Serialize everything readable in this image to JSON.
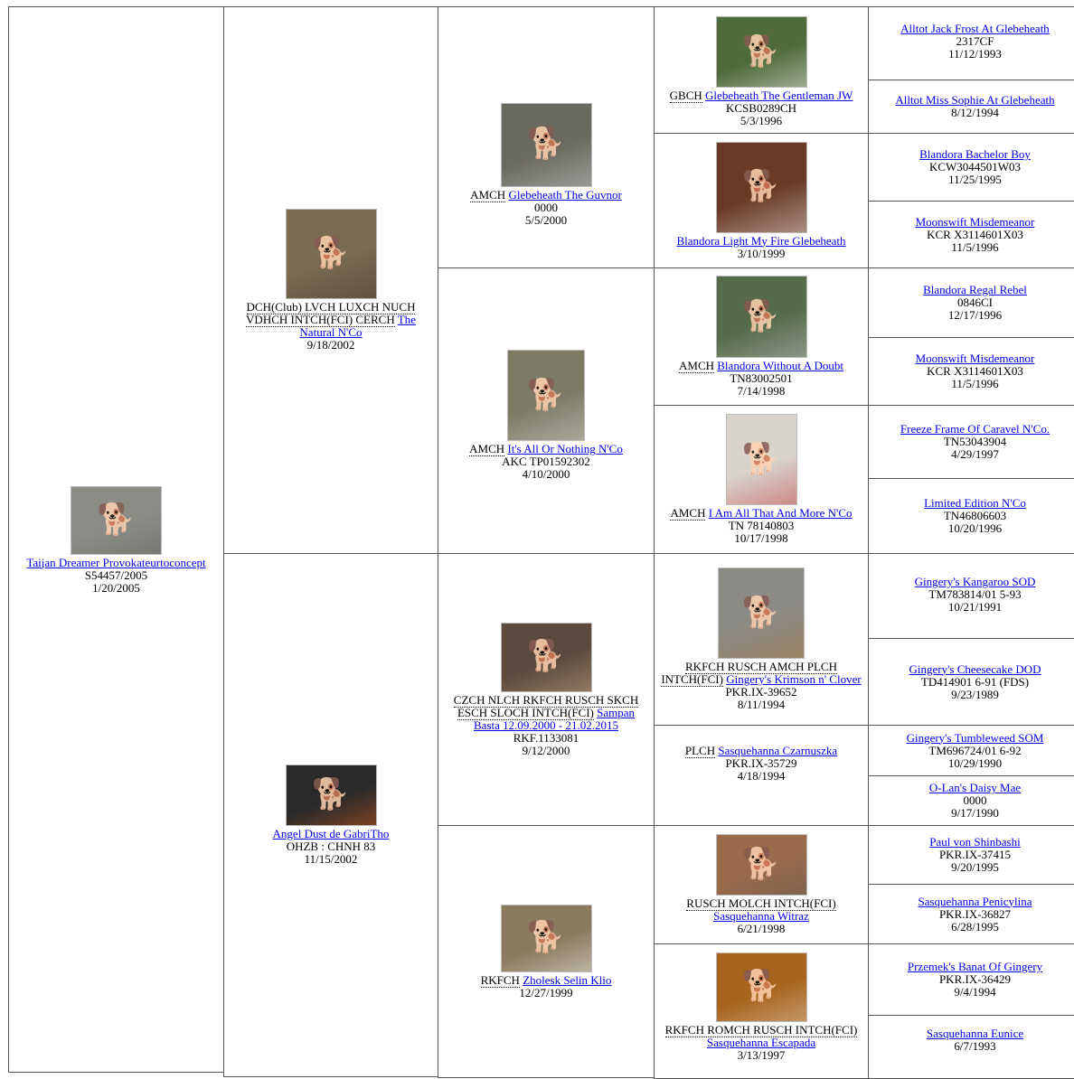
{
  "pedigree": {
    "subject": {
      "name": "Taijan Dreamer Provokateurtoconcept",
      "reg": "S54457/2005",
      "date": "1/20/2005",
      "photo": {
        "icon": "dog-photo-icon",
        "bg": "#8a8c86",
        "fg": "#5c5e59"
      }
    },
    "sire": {
      "title": "DCH(Club) LVCH LUXCH NUCH VDHCH INTCH(FCI) CERCH",
      "name": "The Natural N'Co",
      "date": "9/18/2002",
      "photo": {
        "icon": "dog-photo-icon",
        "bg": "#7a6a52",
        "fg": "#3c342a"
      }
    },
    "dam": {
      "name": "Angel Dust de GabriTho",
      "reg": "OHZB : CHNH 83",
      "date": "11/15/2002",
      "photo": {
        "icon": "dog-photo-icon",
        "bg": "#2a2a2a",
        "fg": "#e8611a"
      }
    },
    "gen3": [
      {
        "title": "AMCH",
        "name": "Glebeheath The Guvnor",
        "reg": "0000",
        "date": "5/5/2000",
        "photo": {
          "icon": "dog-photo-icon",
          "bg": "#6b6a60",
          "fg": "#d8d8dc"
        }
      },
      {
        "title": "AMCH",
        "name": "It's All Or Nothing N'Co",
        "reg": "AKC TP01592302",
        "date": "4/10/2000",
        "photo": {
          "icon": "dog-photo-icon",
          "bg": "#7d7b66",
          "fg": "#e6e4dd"
        }
      },
      {
        "title": "CZCH NLCH RKFCH RUSCH SKCH ESCH SLOCH INTCH(FCI)",
        "name": "Sampan Basta 12.09.2000 - 21.02.2015",
        "reg": "RKF.1133081",
        "date": "9/12/2000",
        "photo": {
          "icon": "dog-photo-icon",
          "bg": "#5c4a3e",
          "fg": "#d9b891"
        }
      },
      {
        "title": "RKFCH",
        "name": "Zholesk Selin Klio",
        "reg": "",
        "date": "12/27/1999",
        "photo": {
          "icon": "dog-photo-icon",
          "bg": "#8a7a5e",
          "fg": "#ffffff"
        }
      }
    ],
    "gen4": [
      {
        "title": "GBCH",
        "name": "Glebeheath The Gentleman JW",
        "reg": "KCSB0289CH",
        "date": "5/3/1996",
        "photo": {
          "icon": "dog-photo-icon",
          "bg": "#4f6b3c",
          "fg": "#ffffff"
        }
      },
      {
        "title": "",
        "name": "Blandora Light My Fire Glebeheath",
        "reg": "",
        "date": "3/10/1999",
        "photo": {
          "icon": "dog-photo-icon",
          "bg": "#6a3a26",
          "fg": "#ffffff"
        }
      },
      {
        "title": "AMCH",
        "name": "Blandora Without A Doubt",
        "reg": "TN83002501",
        "date": "7/14/1998",
        "photo": {
          "icon": "dog-photo-icon",
          "bg": "#556b4a",
          "fg": "#cfd2d6"
        }
      },
      {
        "title": "AMCH",
        "name": "I Am All That And More N'Co",
        "reg": "TN 78140803",
        "date": "10/17/1998",
        "photo": {
          "icon": "dog-photo-icon",
          "bg": "#d8d4cc",
          "fg": "#c0262a"
        }
      },
      {
        "title": "RKFCH RUSCH AMCH PLCH INTCH(FCI)",
        "name": "Gingery's Krimson n' Clover",
        "reg": "PKR.IX-39652",
        "date": "8/11/1994",
        "photo": {
          "icon": "dog-photo-icon",
          "bg": "#8c8a84",
          "fg": "#b07a3a"
        }
      },
      {
        "title": "PLCH",
        "name": "Sasquehanna Czarnuszka",
        "reg": "PKR.IX-35729",
        "date": "4/18/1994"
      },
      {
        "title": "RUSCH MOLCH INTCH(FCI)",
        "name": "Sasquehanna Witraz",
        "reg": "",
        "date": "6/21/1998",
        "photo": {
          "icon": "dog-photo-icon",
          "bg": "#9a6a4a",
          "fg": "#5b5a58"
        }
      },
      {
        "title": "RKFCH ROMCH RUSCH INTCH(FCI)",
        "name": "Sasquehanna Escapada",
        "reg": "",
        "date": "3/13/1997",
        "photo": {
          "icon": "dog-photo-icon",
          "bg": "#a8641e",
          "fg": "#e8dcc8"
        }
      }
    ],
    "gen5": [
      {
        "name": "Alltot Jack Frost At Glebeheath",
        "reg": "2317CF",
        "date": "11/12/1993"
      },
      {
        "name": "Alltot Miss Sophie At Glebeheath",
        "reg": "",
        "date": "8/12/1994"
      },
      {
        "name": "Blandora Bachelor Boy",
        "reg": "KCW3044501W03",
        "date": "11/25/1995"
      },
      {
        "name": "Moonswift Misdemeanor",
        "reg": "KCR X3114601X03",
        "date": "11/5/1996"
      },
      {
        "name": "Blandora Regal Rebel",
        "reg": "0846CI",
        "date": "12/17/1996"
      },
      {
        "name": "Moonswift Misdemeanor",
        "reg": "KCR X3114601X03",
        "date": "11/5/1996"
      },
      {
        "name": "Freeze Frame Of Caravel N'Co.",
        "reg": "TN53043904",
        "date": "4/29/1997"
      },
      {
        "name": "Limited Edition N'Co",
        "reg": "TN46806603",
        "date": "10/20/1996"
      },
      {
        "name": "Gingery's Kangaroo SOD",
        "reg": "TM783814/01 5-93",
        "date": "10/21/1991"
      },
      {
        "name": "Gingery's Cheesecake DOD",
        "reg": "TD414901 6-91 (FDS)",
        "date": "9/23/1989"
      },
      {
        "name": "Gingery's Tumbleweed SOM",
        "reg": "TM696724/01 6-92",
        "date": "10/29/1990"
      },
      {
        "name": "O-Lan's Daisy Mae",
        "reg": "0000",
        "date": "9/17/1990"
      },
      {
        "name": "Paul von Shinbashi",
        "reg": "PKR.IX-37415",
        "date": "9/20/1995"
      },
      {
        "name": "Sasquehanna Penicylina",
        "reg": "PKR.IX-36827",
        "date": "6/28/1995"
      },
      {
        "name": "Przemek's Banat Of Gingery",
        "reg": "PKR.IX-36429",
        "date": "9/4/1994"
      },
      {
        "name": "Sasquehanna Eunice",
        "reg": "",
        "date": "6/7/1993"
      }
    ]
  }
}
